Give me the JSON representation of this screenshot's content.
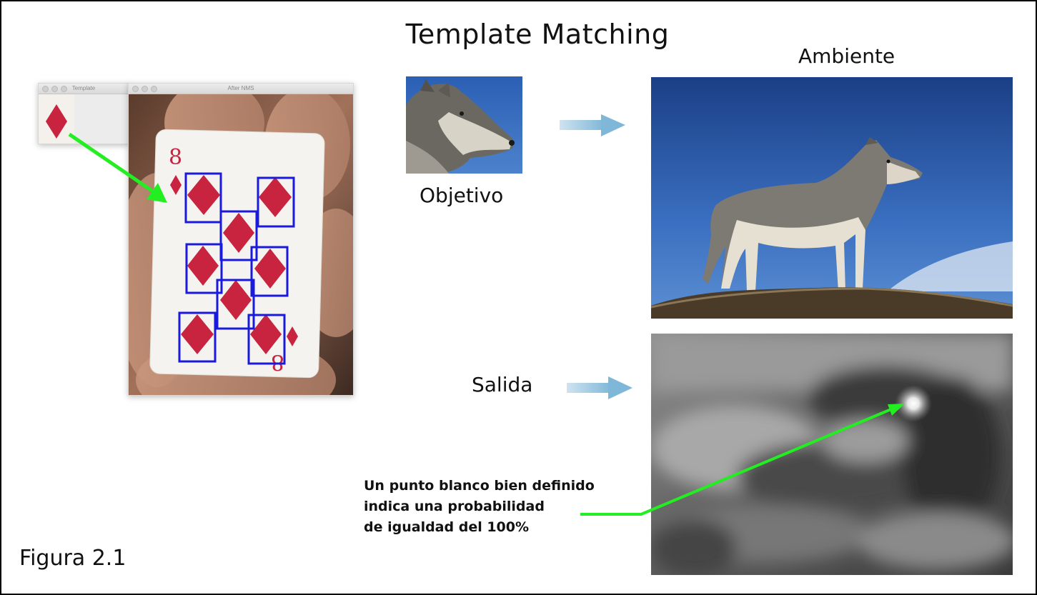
{
  "title": "Template Matching",
  "labels": {
    "ambiente": "Ambiente",
    "objetivo": "Objetivo",
    "salida": "Salida"
  },
  "note": {
    "line1": "Un punto blanco bien definido",
    "line2": "indica una probabilidad",
    "line3": "de igualdad del 100%"
  },
  "figure_label": "Figura 2.1",
  "windows": {
    "template_title": "Template",
    "after_nms_title": "After NMS"
  },
  "card": {
    "rank": "8",
    "suit": "diamond"
  },
  "colors": {
    "match_box": "#1a1adc",
    "diamond": "#c8233f",
    "pointer_arrow": "#22ee22",
    "flow_arrow": "#7fb7d8",
    "sky": "#2f63b8"
  },
  "icons": [
    "diamond-icon",
    "arrow-right-icon"
  ]
}
